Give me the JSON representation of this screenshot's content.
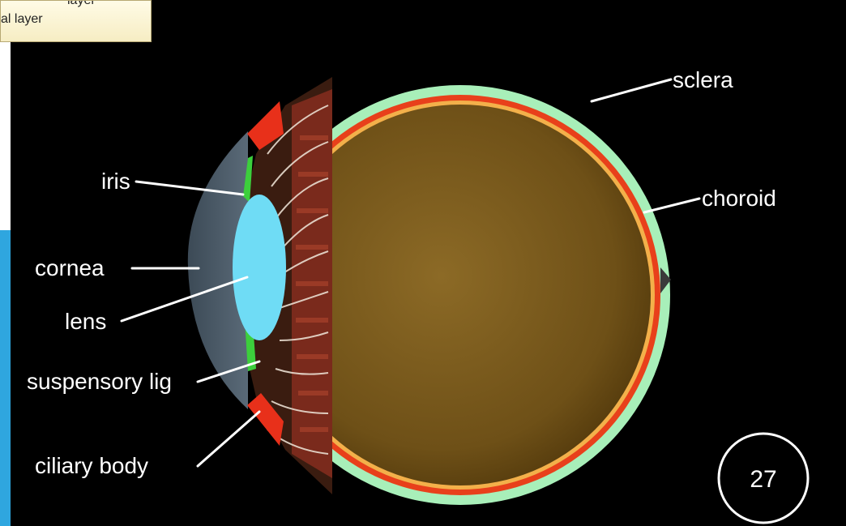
{
  "callout": {
    "line1": "layer",
    "line2": "al layer"
  },
  "labels": {
    "sclera": "sclera",
    "choroid": "choroid",
    "iris": "iris",
    "cornea": "cornea",
    "lens": "lens",
    "suspensory_lig": "suspensory lig",
    "ciliary_body": "ciliary body"
  },
  "page_number": "27",
  "colors": {
    "background": "#000000",
    "sclera": "#a8efb9",
    "choroid": "#e8401b",
    "vitreous": "#7a5a1a",
    "lens": "#6fdcf5",
    "cornea": "#4a5a68",
    "iris": "#3ccf3c",
    "ciliary_body": "#e8301a",
    "accent_bar": "#2fa6df"
  }
}
